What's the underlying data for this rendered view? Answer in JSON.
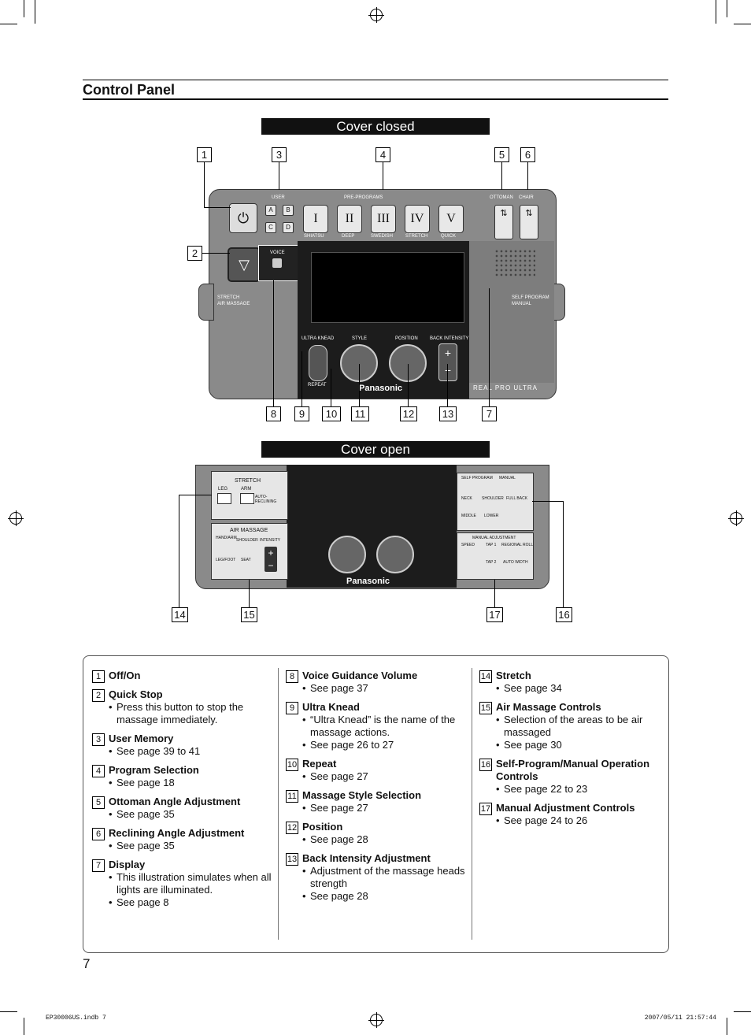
{
  "heading": "Control Panel",
  "cover_closed_title": "Cover closed",
  "cover_open_title": "Cover open",
  "callouts_closed": [
    "1",
    "2",
    "3",
    "4",
    "5",
    "6",
    "7",
    "8",
    "9",
    "10",
    "11",
    "12",
    "13"
  ],
  "callouts_open": [
    "14",
    "15",
    "17",
    "16"
  ],
  "panel_labels": {
    "user": "USER",
    "pre_programs": "PRE-PROGRAMS",
    "ottoman": "OTTOMAN",
    "chair": "CHAIR",
    "user_buttons": [
      "A",
      "B",
      "C",
      "D"
    ],
    "program_buttons": [
      "I",
      "II",
      "III",
      "IV",
      "V"
    ],
    "program_names": [
      "SHIATSU",
      "DEEP",
      "SWEDISH",
      "STRETCH",
      "QUICK"
    ],
    "voice": "VOICE",
    "stretch_air": "STRETCH\nAIR MASSAGE",
    "self_program_manual": "SELF PROGRAM\nMANUAL",
    "ultra_knead": "ULTRA KNEAD",
    "style": "STYLE",
    "position": "POSITION",
    "back_intensity": "BACK INTENSITY",
    "repeat": "REPEAT",
    "brand": "Panasonic",
    "real_pro": "REAL PRO ULTRA",
    "open_stretch": "STRETCH",
    "open_leg": "LEG",
    "open_arm": "ARM",
    "open_auto": "AUTO-RECLINING",
    "open_air": "AIR MASSAGE",
    "open_air_items": [
      "HAND/ARM",
      "SHOULDER",
      "INTENSITY",
      "LEG/FOOT",
      "SEAT"
    ],
    "open_self": "SELF PROGRAM",
    "open_manual": "MANUAL",
    "open_areas": [
      "NECK",
      "SHOULDER",
      "FULL BACK",
      "MIDDLE",
      "LOWER"
    ],
    "open_manual_adj": "MANUAL ADJUSTMENT",
    "open_manual_items": [
      "SPEED",
      "TAP 1",
      "REGIONAL ROLL",
      "TAP 2",
      "AUTO WIDTH"
    ]
  },
  "legend_columns": [
    [
      {
        "num": "1",
        "title": "Off/On",
        "notes": []
      },
      {
        "num": "2",
        "title": "Quick Stop",
        "notes": [
          "Press this button to stop the massage immediately."
        ]
      },
      {
        "num": "3",
        "title": "User Memory",
        "notes": [
          "See page 39 to 41"
        ]
      },
      {
        "num": "4",
        "title": "Program Selection",
        "notes": [
          "See page 18"
        ]
      },
      {
        "num": "5",
        "title": "Ottoman Angle Adjustment",
        "notes": [
          "See page 35"
        ]
      },
      {
        "num": "6",
        "title": "Reclining Angle Adjustment",
        "notes": [
          "See page 35"
        ]
      },
      {
        "num": "7",
        "title": "Display",
        "notes": [
          "This illustration simulates when all lights are illuminated.",
          "See page 8"
        ]
      }
    ],
    [
      {
        "num": "8",
        "title": "Voice Guidance Volume",
        "notes": [
          "See page 37"
        ]
      },
      {
        "num": "9",
        "title": "Ultra Knead",
        "notes": [
          "“Ultra Knead” is the name of the massage actions.",
          "See page 26 to 27"
        ]
      },
      {
        "num": "10",
        "title": "Repeat",
        "notes": [
          "See page 27"
        ]
      },
      {
        "num": "11",
        "title": "Massage Style Selection",
        "notes": [
          "See page 27"
        ]
      },
      {
        "num": "12",
        "title": "Position",
        "notes": [
          "See page 28"
        ]
      },
      {
        "num": "13",
        "title": "Back Intensity Adjustment",
        "notes": [
          "Adjustment of the massage heads strength",
          "See page 28"
        ]
      }
    ],
    [
      {
        "num": "14",
        "title": "Stretch",
        "notes": [
          "See page 34"
        ]
      },
      {
        "num": "15",
        "title": "Air Massage Controls",
        "notes": [
          "Selection of the areas to be air massaged",
          "See page 30"
        ]
      },
      {
        "num": "16",
        "title": "Self-Program/Manual Operation Controls",
        "notes": [
          "See page 22 to 23"
        ]
      },
      {
        "num": "17",
        "title": "Manual Adjustment Controls",
        "notes": [
          "See page 24 to 26"
        ]
      }
    ]
  ],
  "page_number": "7",
  "footer_left": "EP30006US.indb   7",
  "footer_right": "2007/05/11   21:57:44"
}
